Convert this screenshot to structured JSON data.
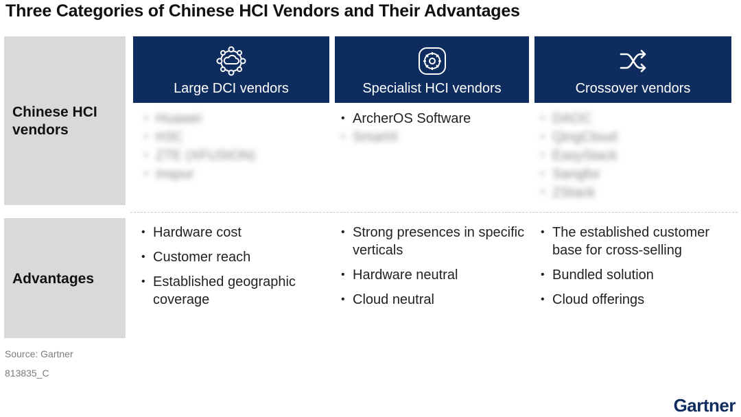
{
  "title": "Three Categories of Chinese HCI Vendors and Their Advantages",
  "row_headers": {
    "vendors": "Chinese HCI vendors",
    "advantages": "Advantages"
  },
  "columns": [
    {
      "header": "Large DCI vendors",
      "icon": "cloud-network-icon",
      "vendors": [
        "Huawei",
        "H3C",
        "ZTE (XFUSION)",
        "Inspur"
      ],
      "advantages": [
        "Hardware cost",
        "Customer reach",
        "Established geographic coverage"
      ]
    },
    {
      "header": "Specialist HCI vendors",
      "icon": "gear-icon",
      "vendors": [
        "ArcherOS Software",
        "SmartX"
      ],
      "advantages": [
        "Strong presences in specific verticals",
        "Hardware neutral",
        "Cloud neutral"
      ]
    },
    {
      "header": "Crossover vendors",
      "icon": "shuffle-icon",
      "vendors": [
        "DAOC",
        "QingCloud",
        "EasyStack",
        "Sangfor",
        "ZStack"
      ],
      "advantages": [
        "The established customer base for cross-selling",
        "Bundled solution",
        "Cloud offerings"
      ]
    }
  ],
  "source": "Source: Gartner",
  "doc_id": "813835_C",
  "logo": "Gartner",
  "colors": {
    "header_bg": "#0e2c5e",
    "rowhead_bg": "#d9d9d9"
  }
}
